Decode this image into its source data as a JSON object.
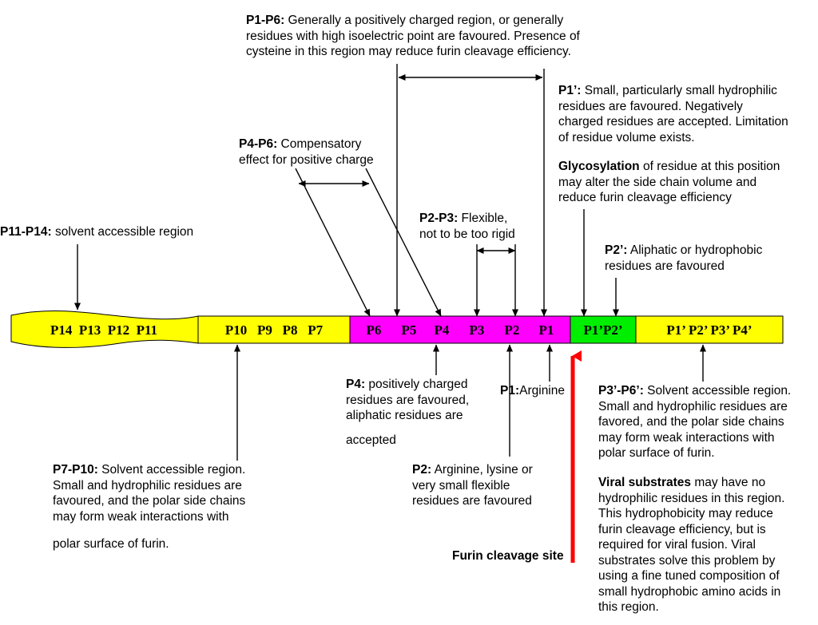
{
  "segments": {
    "s1": "P14  P13  P12  P11",
    "s2": "P10   P9   P8   P7",
    "s3": [
      "P6",
      "P5",
      "P4",
      "P3",
      "P2",
      "P1"
    ],
    "s4": "P1’P2’",
    "s5": "P1’ P2’ P3’ P4’"
  },
  "colors": {
    "yellow": "#ffff00",
    "magenta": "#ff00ff",
    "green": "#00ee00",
    "cleavage_arrow": "#ff0000"
  },
  "annotations": {
    "p1p6": {
      "label": "P1-P6:",
      "lines": [
        " Generally a positively charged region, or generally",
        "residues with high isoelectric point  are favoured. Presence of",
        "cysteine in this region may reduce furin cleavage efficiency."
      ]
    },
    "p1prime": {
      "label": "P1’:",
      "lines": [
        " Small, particularly small hydrophilic",
        "residues are favoured. Negatively",
        "charged residues are accepted. Limitation",
        "of residue volume exists."
      ]
    },
    "glyco": {
      "label": "Glycosylation",
      "lines": [
        " of residue at this position",
        "may alter the side chain volume and",
        "reduce furin cleavage efficiency"
      ]
    },
    "p4p6": {
      "label": "P4-P6:",
      "lines": [
        " Compensatory",
        "effect for positive charge"
      ]
    },
    "p2p3": {
      "label": "P2-P3:",
      "lines": [
        " Flexible,",
        "not to be too rigid"
      ]
    },
    "p11p14": {
      "label": "P11-P14:",
      "lines": [
        " solvent accessible region"
      ]
    },
    "p2prime": {
      "label": "P2’:",
      "lines": [
        " Aliphatic or hydrophobic",
        "residues are favoured"
      ]
    },
    "p4": {
      "label": "P4:",
      "lines": [
        " positively charged",
        "residues are favoured,",
        "aliphatic residues are",
        "accepted"
      ]
    },
    "p1": {
      "label": "P1:",
      "text": "Arginine"
    },
    "p3p6prime": {
      "label": "P3’-P6’:",
      "lines": [
        " Solvent accessible region.",
        "Small and hydrophilic residues are",
        "favored, and the polar side chains",
        "may form weak interactions with",
        "polar surface of furin."
      ]
    },
    "viral": {
      "label": "Viral substrates",
      "lines": [
        " may have no",
        "hydrophilic residues in this region.",
        "This hydrophobicity may reduce",
        "furin cleavage efficiency, but is",
        "required for viral fusion. Viral",
        "substrates solve this problem by",
        "using a fine tuned composition of",
        "small hydrophobic amino acids in",
        "this region."
      ]
    },
    "p7p10": {
      "label": "P7-P10:",
      "lines": [
        " Solvent accessible region.",
        "Small and hydrophilic residues are",
        "favoured, and the polar side chains",
        "may form weak interactions with",
        "polar surface of furin."
      ]
    },
    "p2": {
      "label": "P2:",
      "lines": [
        " Arginine, lysine or",
        "very small flexible",
        "residues are favoured"
      ]
    },
    "cleavage": {
      "label": "Furin cleavage site"
    }
  }
}
